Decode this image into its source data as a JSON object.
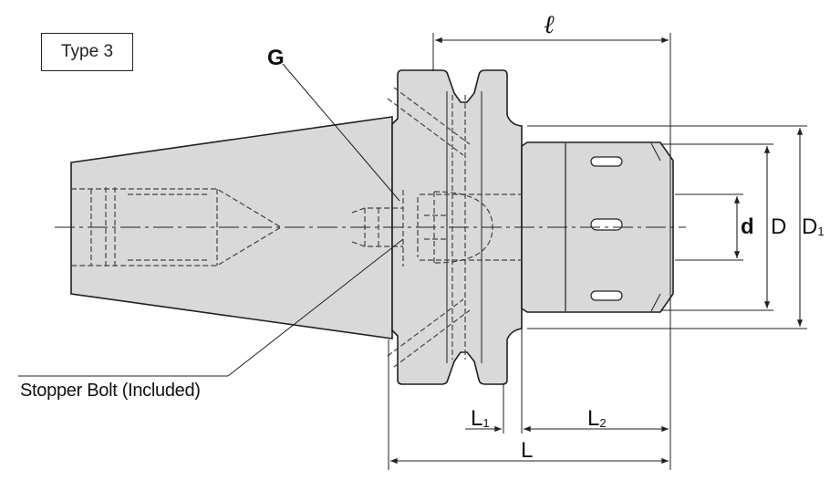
{
  "type_label": "Type 3",
  "labels": {
    "G": "G",
    "stopper_bolt": "Stopper Bolt (Included)",
    "ell": "ℓ",
    "d": "d",
    "D": "D",
    "D1_main": "D",
    "D1_sub": "1",
    "L": "L",
    "L1_main": "L",
    "L1_sub": "1",
    "L2_main": "L",
    "L2_sub": "2"
  },
  "colors": {
    "body_fill": "#d9d9d9",
    "outline": "#231f20",
    "hidden_line": "#444444"
  }
}
